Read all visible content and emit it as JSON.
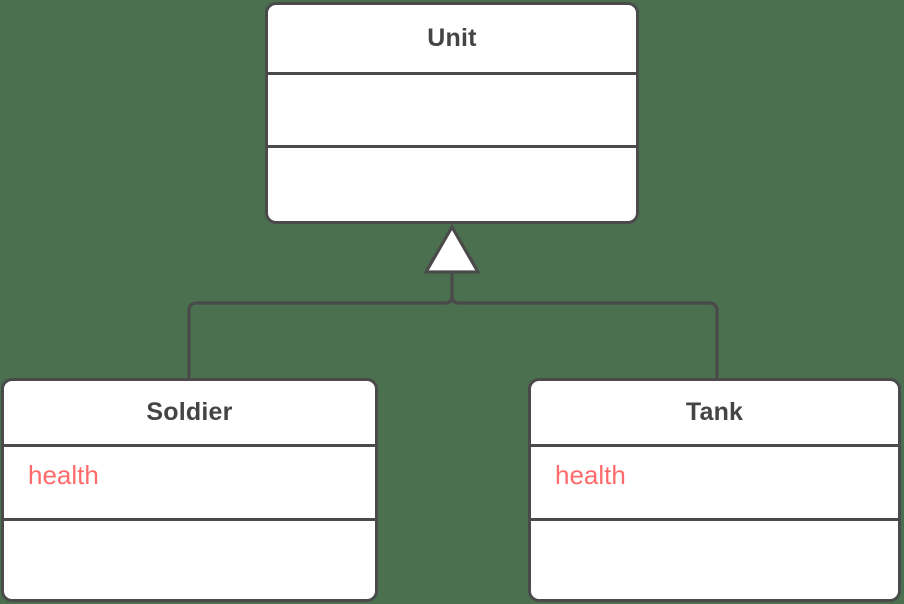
{
  "diagram": {
    "type": "uml-class-diagram",
    "background_color": "#4a7050",
    "border_color": "#4a4a4a",
    "box_fill_color": "#ffffff",
    "class_name_color": "#444444",
    "attribute_color": "#ff6b6b",
    "relationship": "generalization"
  },
  "classes": {
    "parent": {
      "name": "Unit",
      "attributes": [],
      "operations": []
    },
    "children": [
      {
        "name": "Soldier",
        "attributes": [
          "health"
        ],
        "operations": []
      },
      {
        "name": "Tank",
        "attributes": [
          "health"
        ],
        "operations": []
      }
    ]
  },
  "edges": [
    {
      "from": "Soldier",
      "to": "Unit",
      "kind": "inheritance",
      "arrow": "hollow-triangle"
    },
    {
      "from": "Tank",
      "to": "Unit",
      "kind": "inheritance",
      "arrow": "hollow-triangle"
    }
  ]
}
